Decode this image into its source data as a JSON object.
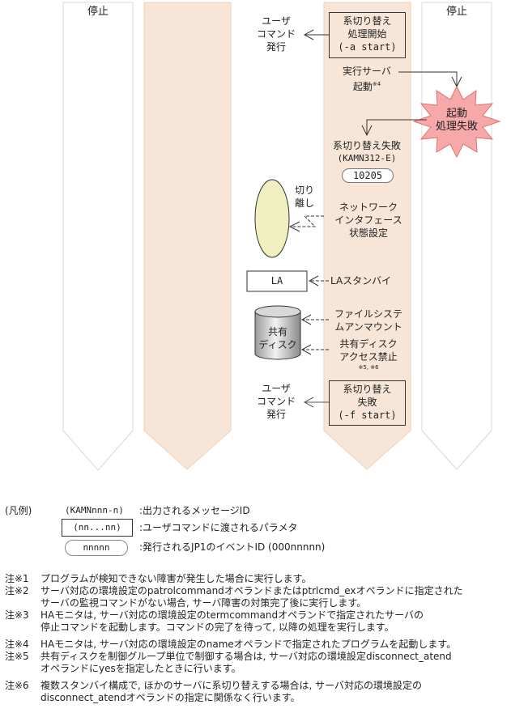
{
  "columns": [
    {
      "id": "col1",
      "header": "停止",
      "fill": "#ffffff",
      "stroke": "#d8d8d8"
    },
    {
      "id": "col2",
      "header": "",
      "fill": "#f7e6d7",
      "stroke": "#f0d2b8"
    },
    {
      "id": "col3",
      "header": "",
      "fill": "#f7e6d7",
      "stroke": "#f0d2b8"
    },
    {
      "id": "col4",
      "header": "停止",
      "fill": "#ffffff",
      "stroke": "#d8d8d8"
    }
  ],
  "flow": {
    "user_cmd_1": {
      "line1": "ユーザ",
      "line2": "コマンド",
      "line3": "発行"
    },
    "switch_start": {
      "line1": "系切り替え",
      "line2": "処理開始",
      "line3": "(-a start)"
    },
    "exec_server": {
      "line1": "実行サーバ",
      "line2": "起動",
      "sup": "※4"
    },
    "startup_fail": {
      "line1": "起動",
      "line2": "処理失敗",
      "fill": "#f7a8a8",
      "stroke": "#e07070"
    },
    "switch_fail_msg": {
      "line1": "系切り替え失敗",
      "line2": "(KAMN312-E)"
    },
    "event_id": "10205",
    "detach": {
      "line1": "切り",
      "line2": "離し"
    },
    "network": {
      "line1": "ネットワーク",
      "line2": "インタフェース",
      "line3": "状態設定"
    },
    "la_box": "LA",
    "la_standby": "LAスタンバイ",
    "shared_disk": {
      "line1": "共有",
      "line2": "ディスク"
    },
    "fs_unmount": {
      "line1": "ファイルシステ",
      "line2": "ムアンマウント"
    },
    "disk_block": {
      "line1": "共有ディスク",
      "line2": "アクセス禁止",
      "sup": "※5, ※6"
    },
    "user_cmd_2": {
      "line1": "ユーザ",
      "line2": "コマンド",
      "line3": "発行"
    },
    "switch_fail_box": {
      "line1": "系切り替え",
      "line2": "失敗",
      "line3": "(-f start)"
    }
  },
  "legend": {
    "title": "(凡例)",
    "items": [
      {
        "symbol": "(KAMNnnn-n)",
        "desc": ":出力されるメッセージID"
      },
      {
        "symbol": "(nn...nn)",
        "desc": ":ユーザコマンドに渡されるパラメタ"
      },
      {
        "symbol": "nnnnn",
        "desc": ":発行されるJP1のイベントID (000nnnnn)"
      }
    ]
  },
  "notes": [
    {
      "label": "注※1",
      "lines": [
        "プログラムが検知できない障害が発生した場合に実行します。"
      ]
    },
    {
      "label": "注※2",
      "lines": [
        "サーバ対応の環境設定のpatrolcommandオペランドまたはptrlcmd_exオペランドに指定された",
        "サーバの監視コマンドがない場合, サーバ障害の対策完了後に実行します。"
      ]
    },
    {
      "label": "注※3",
      "lines": [
        "HAモニタは, サーバ対応の環境設定のtermcommandオペランドで指定されたサーバの",
        "停止コマンドを起動します。コマンドの完了を待って, 以降の処理を実行します。"
      ]
    },
    {
      "label": "注※4",
      "lines": [
        "HAモニタは, サーバ対応の環境設定のnameオペランドで指定されたプログラムを起動します。"
      ]
    },
    {
      "label": "注※5",
      "lines": [
        "共有ディスクを制御グループ単位で制御する場合は, サーバ対応の環境設定disconnect_atend",
        "オペランドにyesを指定したときに行います。"
      ]
    },
    {
      "label": "注※6",
      "lines": [
        "複数スタンバイ構成で, ほかのサーバに系切り替えする場合は, サーバ対応の環境設定の",
        "disconnect_atendオペランドの指定に関係なく行います。"
      ]
    }
  ]
}
